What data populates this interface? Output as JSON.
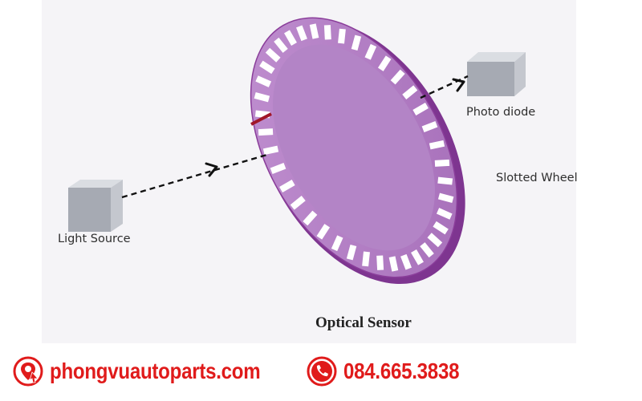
{
  "diagram": {
    "title": "Optical Sensor",
    "labels": {
      "light_source": "Light Source",
      "photo_diode": "Photo diode",
      "slotted_wheel": "Slotted Wheel"
    },
    "slot_count": 40,
    "colors": {
      "wheel_face": "#b27fc4",
      "wheel_edge": "#8a3d9a",
      "slot": "#ffffff",
      "cube_front": "#a6aab3",
      "cube_top": "#dadde2",
      "cube_side": "#c4c7ce",
      "beam": "#111111",
      "beam_marker": "#a01628"
    },
    "icons": [
      "cube-icon",
      "arrow-icon"
    ]
  },
  "footer": {
    "website": "phongvuautoparts.com",
    "phone": "084.665.3838",
    "accent_color": "#e01b1b",
    "icons": [
      "location-pin-icon",
      "phone-icon"
    ]
  }
}
